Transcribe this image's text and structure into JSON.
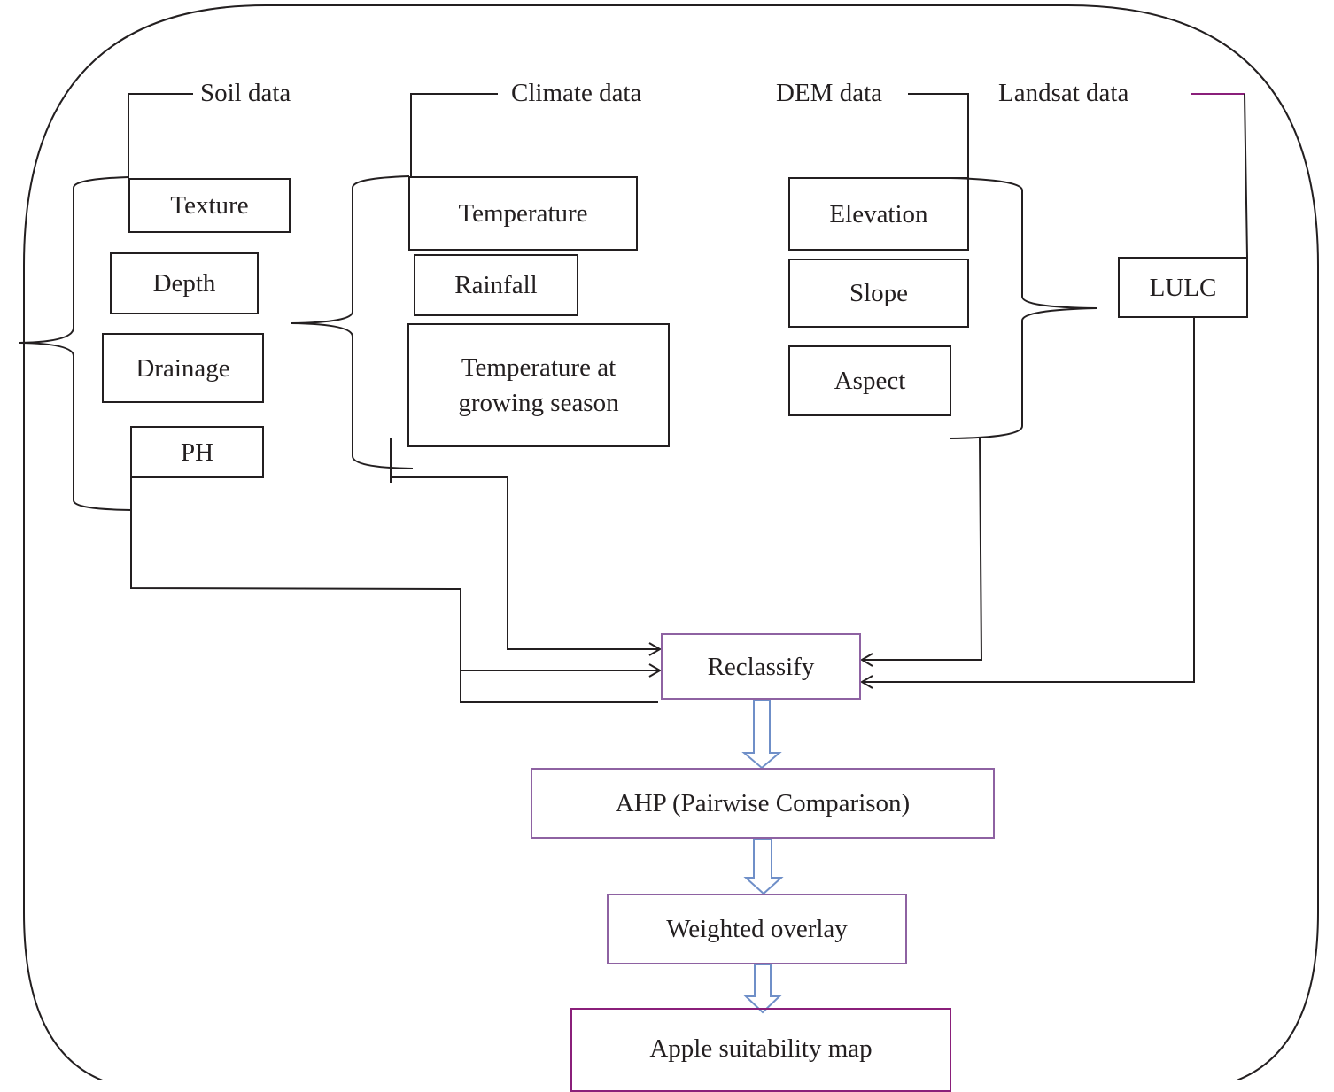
{
  "sources": {
    "soil": "Soil data",
    "climate": "Climate data",
    "dem": "DEM data",
    "landsat": "Landsat data"
  },
  "soil_factors": [
    "Texture",
    "Depth",
    "Drainage",
    "PH"
  ],
  "climate_factors": [
    "Temperature",
    "Rainfall",
    "Temperature at growing season"
  ],
  "dem_factors": [
    "Elevation",
    "Slope",
    "Aspect"
  ],
  "landsat_factors": [
    "LULC"
  ],
  "process": {
    "reclassify": "Reclassify",
    "ahp": "AHP (Pairwise Comparison)",
    "weighted_overlay": "Weighted overlay",
    "output": "Apple suitability map"
  },
  "colors": {
    "line": "#231f20",
    "process_border": "#8e62a2",
    "output_border": "#8a1f7a",
    "flow_arrow": "#6f8fc8",
    "landsat_leader": "#8a1f7a"
  }
}
